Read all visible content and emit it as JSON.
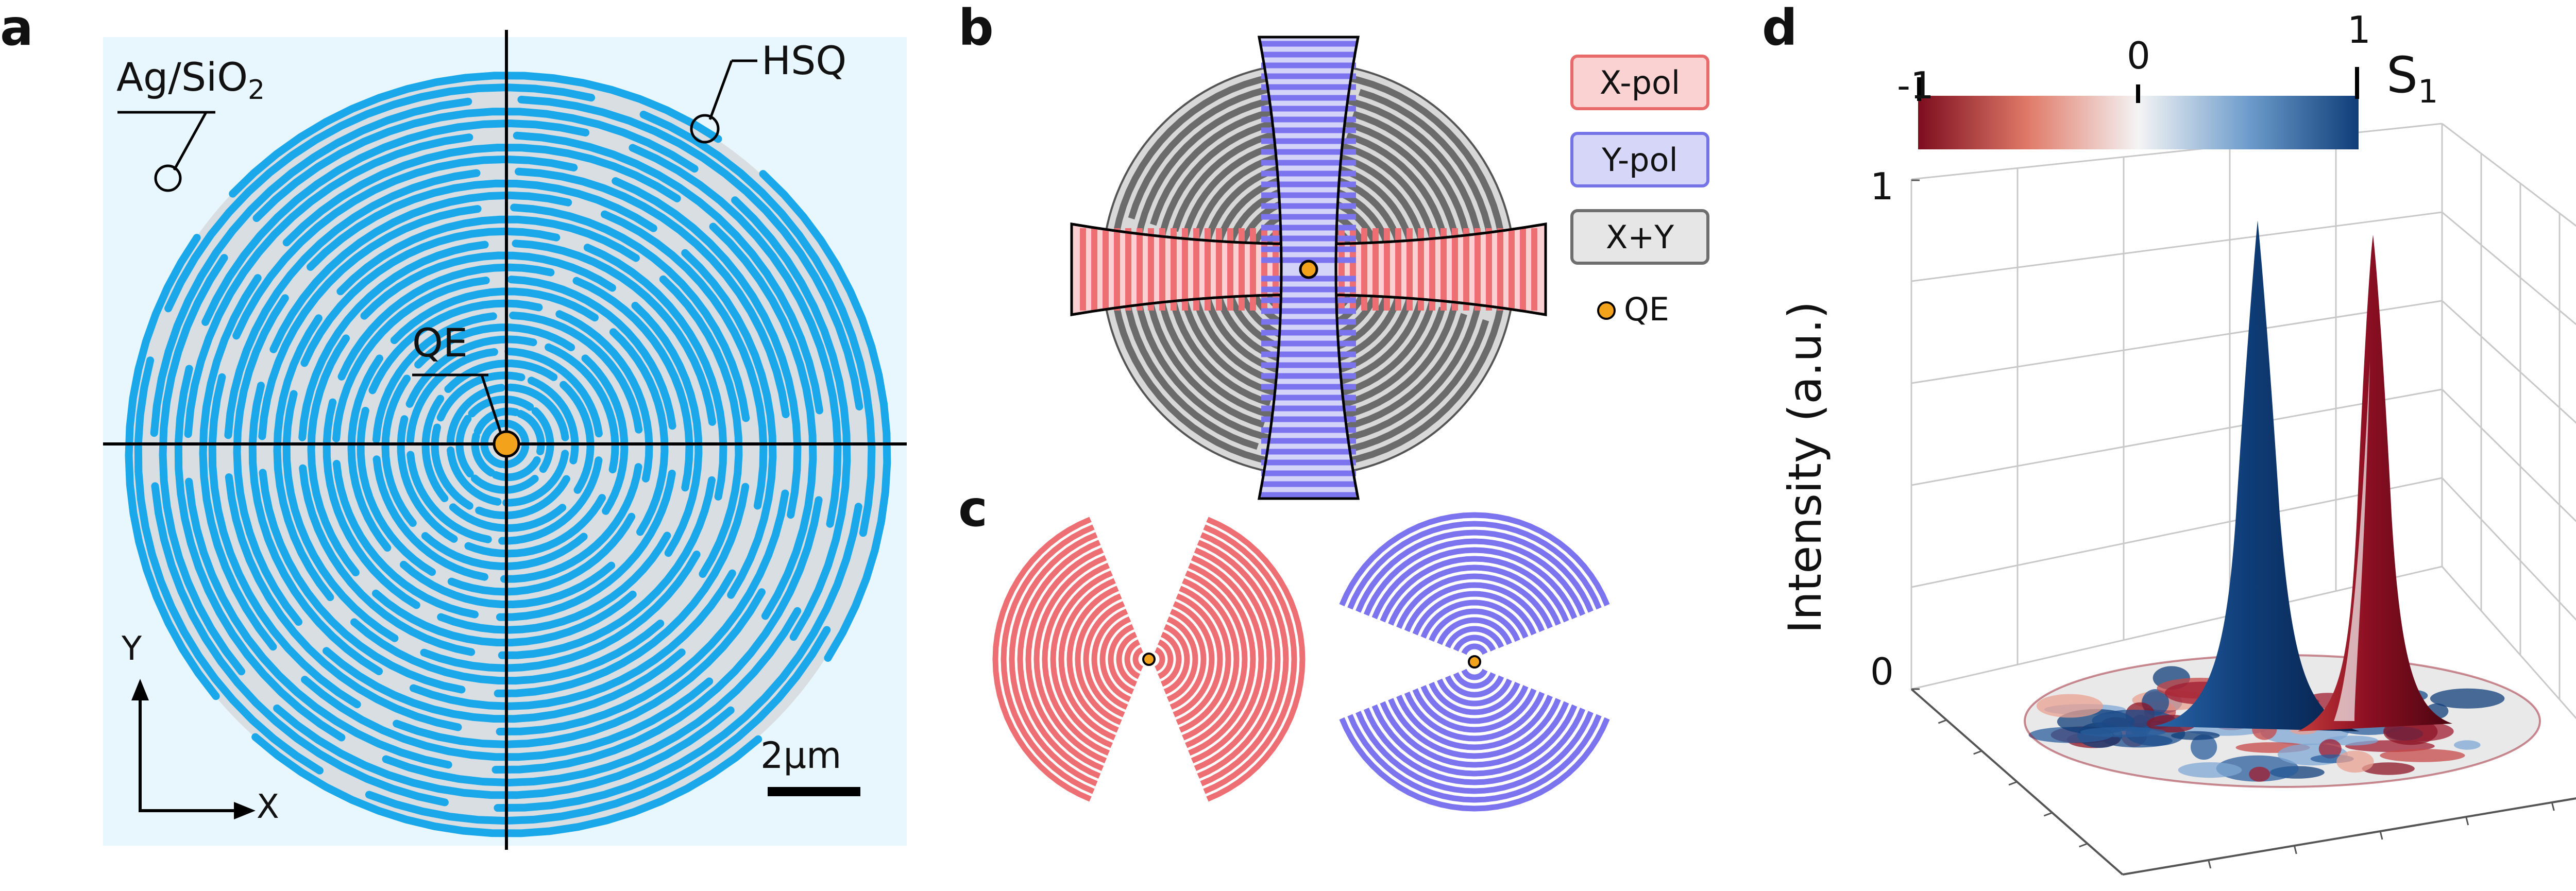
{
  "panels": {
    "a": "a",
    "b": "b",
    "c": "c",
    "d": "d"
  },
  "panel_a": {
    "material_label_main": "Ag/SiO",
    "material_label_sub": "2",
    "hsq_label": "HSQ",
    "qe_label": "QE",
    "axis_y": "Y",
    "axis_x": "X",
    "scale_bar": "2μm",
    "colors": {
      "background": "#e8f6fd",
      "ridge": "#1aa8ea",
      "groove": "#c8d0d6",
      "emitter": "#f3a21b"
    }
  },
  "panel_b": {
    "legend": [
      {
        "label": "X-pol",
        "fill": "#fbd2d2",
        "border": "#e86a6a"
      },
      {
        "label": "Y-pol",
        "fill": "#d6d6f8",
        "border": "#7474e6"
      },
      {
        "label": "X+Y",
        "fill": "#e6e6e6",
        "border": "#6e6e6e"
      }
    ],
    "qe_label": "QE",
    "colors": {
      "x_pol": "#ee6f73",
      "y_pol": "#7b74ee",
      "both": "#6b6b6b"
    }
  },
  "panel_d": {
    "colorbar_title_main": "S",
    "colorbar_title_sub": "1",
    "colorbar_ticks": [
      "-1",
      "0",
      "1"
    ],
    "z_axis_label": "Intensity (a.u.)",
    "z_ticks": [
      "0",
      "1"
    ],
    "colormap": {
      "neg": "#7d0d1f",
      "mid": "#f4f4f4",
      "pos": "#0f3d78"
    }
  }
}
